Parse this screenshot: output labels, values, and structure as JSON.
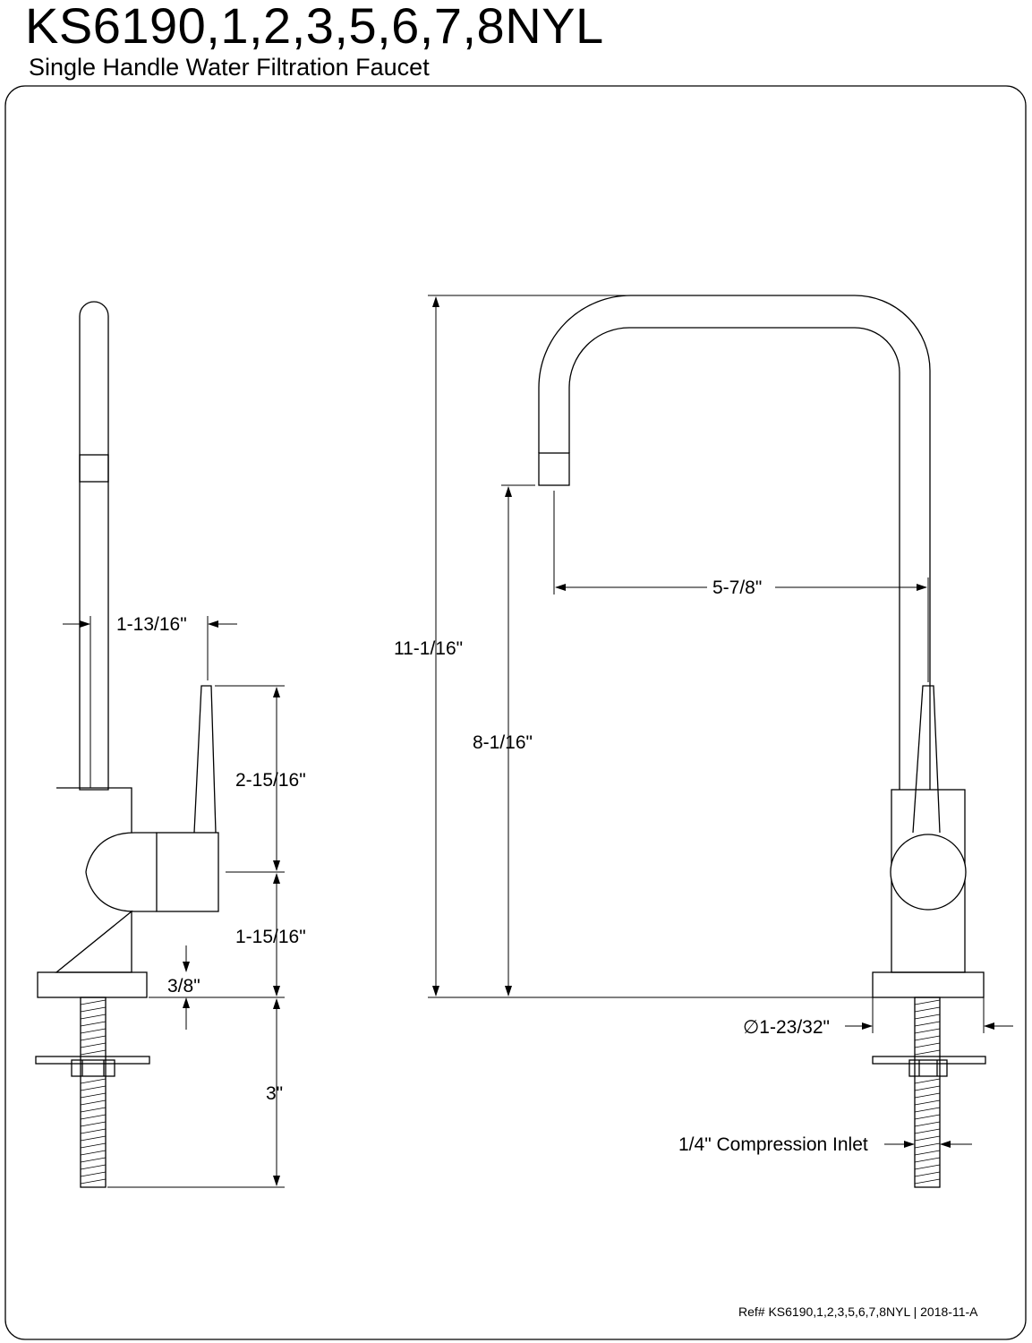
{
  "header": {
    "model": "KS6190,1,2,3,5,6,7,8NYL",
    "description": "Single Handle Water Filtration Faucet"
  },
  "side_view": {
    "dims": {
      "handle_offset": "1-13/16\"",
      "handle_height": "2-15/16\"",
      "body_to_handle": "1-15/16\"",
      "base_thickness": "3/8\"",
      "shank_length": "3\""
    }
  },
  "front_view": {
    "dims": {
      "overall_height": "11-1/16\"",
      "spout_height": "8-1/16\"",
      "spout_reach": "5-7/8\"",
      "base_diameter": "∅1-23/32\"",
      "inlet": "1/4\" Compression Inlet"
    }
  },
  "footer": {
    "reference": "Ref# KS6190,1,2,3,5,6,7,8NYL | 2018-11-A"
  }
}
